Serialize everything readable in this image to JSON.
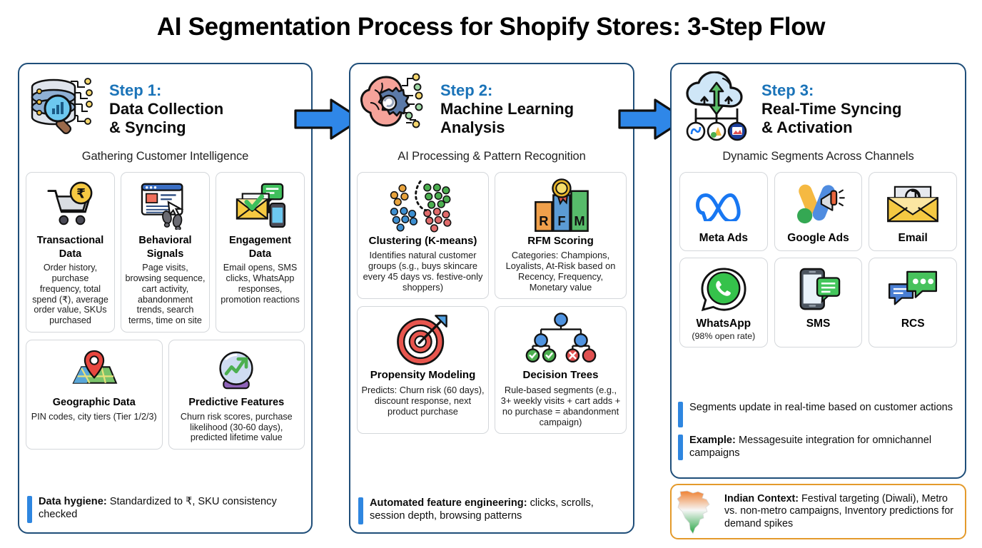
{
  "title": "AI Segmentation Process for Shopify Stores: 3-Step Flow",
  "colors": {
    "panel_border": "#1f4e79",
    "step_label": "#1a73b8",
    "accent_bar": "#2e86e0",
    "arrow": "#2f87e8",
    "indian_border": "#e49a2b"
  },
  "steps": [
    {
      "label": "Step 1:",
      "name_line1": "Data Collection",
      "name_line2": "& Syncing",
      "icon": "database-search-icon",
      "subtitle": "Gathering Customer Intelligence",
      "row1": [
        {
          "icon": "shopping-cart-rupee-icon",
          "title_line1": "Transactional",
          "title_line2": "Data",
          "desc": "Order history, purchase frequency, total spend (₹), average order value, SKUs purchased"
        },
        {
          "icon": "browser-click-footsteps-icon",
          "title_line1": "Behavioral",
          "title_line2": "Signals",
          "desc": "Page visits, browsing sequence, cart activity, abandonment trends, search terms, time on site"
        },
        {
          "icon": "envelope-chat-phone-icon",
          "title_line1": "Engagement",
          "title_line2": "Data",
          "desc": "Email opens, SMS clicks, WhatsApp responses, promotion reactions"
        }
      ],
      "row2": [
        {
          "icon": "map-pin-icon",
          "title_line1": "Geographic Data",
          "title_line2": "",
          "desc": "PIN codes, city tiers (Tier 1/2/3)"
        },
        {
          "icon": "crystal-ball-trend-icon",
          "title_line1": "Predictive Features",
          "title_line2": "",
          "desc": "Churn risk scores, purchase likelihood (30-60 days), predicted lifetime value"
        }
      ],
      "note": {
        "bold": "Data hygiene:",
        "rest": " Standardized to ₹, SKU consistency checked"
      }
    },
    {
      "label": "Step 2:",
      "name_line1": "Machine Learning",
      "name_line2": "Analysis",
      "icon": "brain-gear-circuit-icon",
      "subtitle": "AI Processing & Pattern Recognition",
      "row1": [
        {
          "icon": "cluster-dots-icon",
          "title_line1": "Clustering (K-means)",
          "title_line2": "",
          "desc": "Identifies natural customer groups (s.g., buys skincare every 45 days vs. festive-only shoppers)"
        },
        {
          "icon": "rfm-bars-medal-icon",
          "title_line1": "RFM Scoring",
          "title_line2": "",
          "desc": "Categories: Champions, Loyalists, At-Risk based on Recency, Frequency, Monetary value"
        }
      ],
      "row2": [
        {
          "icon": "target-dart-icon",
          "title_line1": "Propensity Modeling",
          "title_line2": "",
          "desc": "Predicts: Churn risk (60 days), discount response, next product purchase"
        },
        {
          "icon": "decision-tree-icon",
          "title_line1": "Decision Trees",
          "title_line2": "",
          "desc": "Rule-based segments (e.g., 3+ weekly visits + cart adds + no purchase = abandonment campaign)"
        }
      ],
      "note": {
        "bold": "Automated feature engineering:",
        "rest": " clicks, scrolls, session depth, browsing patterns"
      }
    },
    {
      "label": "Step 3:",
      "name_line1": "Real-Time Syncing",
      "name_line2": "& Activation",
      "icon": "cloud-sync-channels-icon",
      "subtitle": "Dynamic Segments Across Channels",
      "channels_row1": [
        {
          "icon": "meta-infinity-icon",
          "name": "Meta Ads",
          "sub": ""
        },
        {
          "icon": "google-ads-megaphone-icon",
          "name": "Google Ads",
          "sub": ""
        },
        {
          "icon": "email-at-envelope-icon",
          "name": "Email",
          "sub": ""
        }
      ],
      "channels_row2": [
        {
          "icon": "whatsapp-icon",
          "name": "WhatsApp",
          "sub": "(98% open rate)"
        },
        {
          "icon": "sms-phone-icon",
          "name": "SMS",
          "sub": ""
        },
        {
          "icon": "rcs-chat-bubbles-icon",
          "name": "RCS",
          "sub": ""
        }
      ],
      "notes": [
        {
          "bold": "",
          "rest": "Segments update in real-time based on customer actions"
        },
        {
          "bold": "Example:",
          "rest": " Messagesuite integration for omnichannel campaigns"
        }
      ],
      "indian_context": {
        "icon": "india-map-flag-icon",
        "bold": "Indian Context:",
        "rest": " Festival targeting (Diwali), Metro vs. non-metro campaigns, Inventory predictions for demand spikes"
      }
    }
  ],
  "arrows": [
    {
      "name": "arrow-step1-to-step2"
    },
    {
      "name": "arrow-step2-to-step3"
    }
  ]
}
